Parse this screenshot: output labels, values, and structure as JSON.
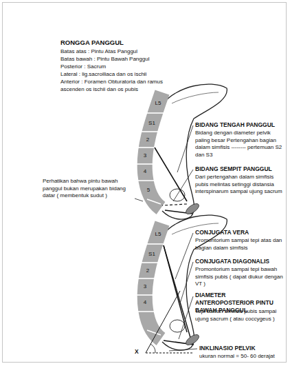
{
  "diagram": {
    "title": "RONGGA PANGGUL",
    "labels": [
      "Batas atas : Pintu Atas Panggul",
      "Batas bawah : Pintu Bawah Panggul",
      "Posterior : Sacrum",
      "Lateral : lig.sacroiliaca dan os ischii",
      "Anterior : Foramen Obturatoria dan ramus ascenden os ischii dan os pubis",
      "L5",
      "S1",
      "2",
      "3",
      "4",
      "5",
      "BIDANG TENGAH PANGGUL",
      "Bidang dengan diameter pelvik paling besar Pertengahan bagian dalam simfisis -------- pertemuan S2 dan S3",
      "BIDANG SEMPIT PANGGUL",
      "Dari pertengahan dalam simfisis pubis melintas setinggi distansia interspinarum sampai ujung sacrum",
      "Perhatikan bahwa pintu bawah panggul bukan merupakan bidang datar ( membentuk sudut )",
      "L5",
      "S1",
      "2",
      "3",
      "4",
      "CONJUGATA VERA",
      "Promontorium sampai tepi atas dan bagian dalam simfisis",
      "CONJUGATA DIAGONALIS",
      "Promontorium sampai tepi bawah simfisis pubis ( dapat diukur dengan VT )",
      "DIAMETER ANTEROPOSTERIOR PINTU BAWAH PANGGUL",
      "Tepi bawah simfisis pubis sampai ujung sacrum ( atau coccygeus )",
      "X",
      "INKLINASIO PELVIK",
      "ukuran normal = 50- 60 derajat"
    ]
  }
}
